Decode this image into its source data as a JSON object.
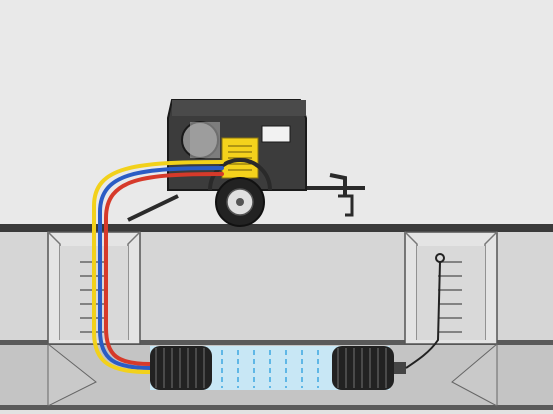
{
  "diagram": {
    "subject": "trailer-mounted-pipe-repair-unit",
    "parts": [
      {
        "id": "trailer-unit",
        "icon": "generator-trailer-icon"
      },
      {
        "id": "control-panel",
        "icon": "control-panel-icon"
      },
      {
        "id": "hoses",
        "icon": "hose-bundle-icon"
      },
      {
        "id": "left-manhole",
        "icon": "manhole-ladder-icon"
      },
      {
        "id": "right-manhole",
        "icon": "manhole-ladder-icon"
      },
      {
        "id": "inflatable-packer",
        "icon": "packer-icon"
      }
    ]
  },
  "colors": {
    "sky": "#e8e8e8",
    "ground": "#d2d2d2",
    "pipe": "#bcbcbc",
    "pipe_dark": "#7a7a7a",
    "manhole": "#dcdcdc",
    "unit_body": "#3a3a3a",
    "panel": "#f4d21c",
    "hose_red": "#d63a2a",
    "hose_yellow": "#f2d11b",
    "hose_blue": "#2b5cc4",
    "packer": "#2a2a2a",
    "packer_glow": "#bfe4f5",
    "stripe": "#62b8e6"
  }
}
